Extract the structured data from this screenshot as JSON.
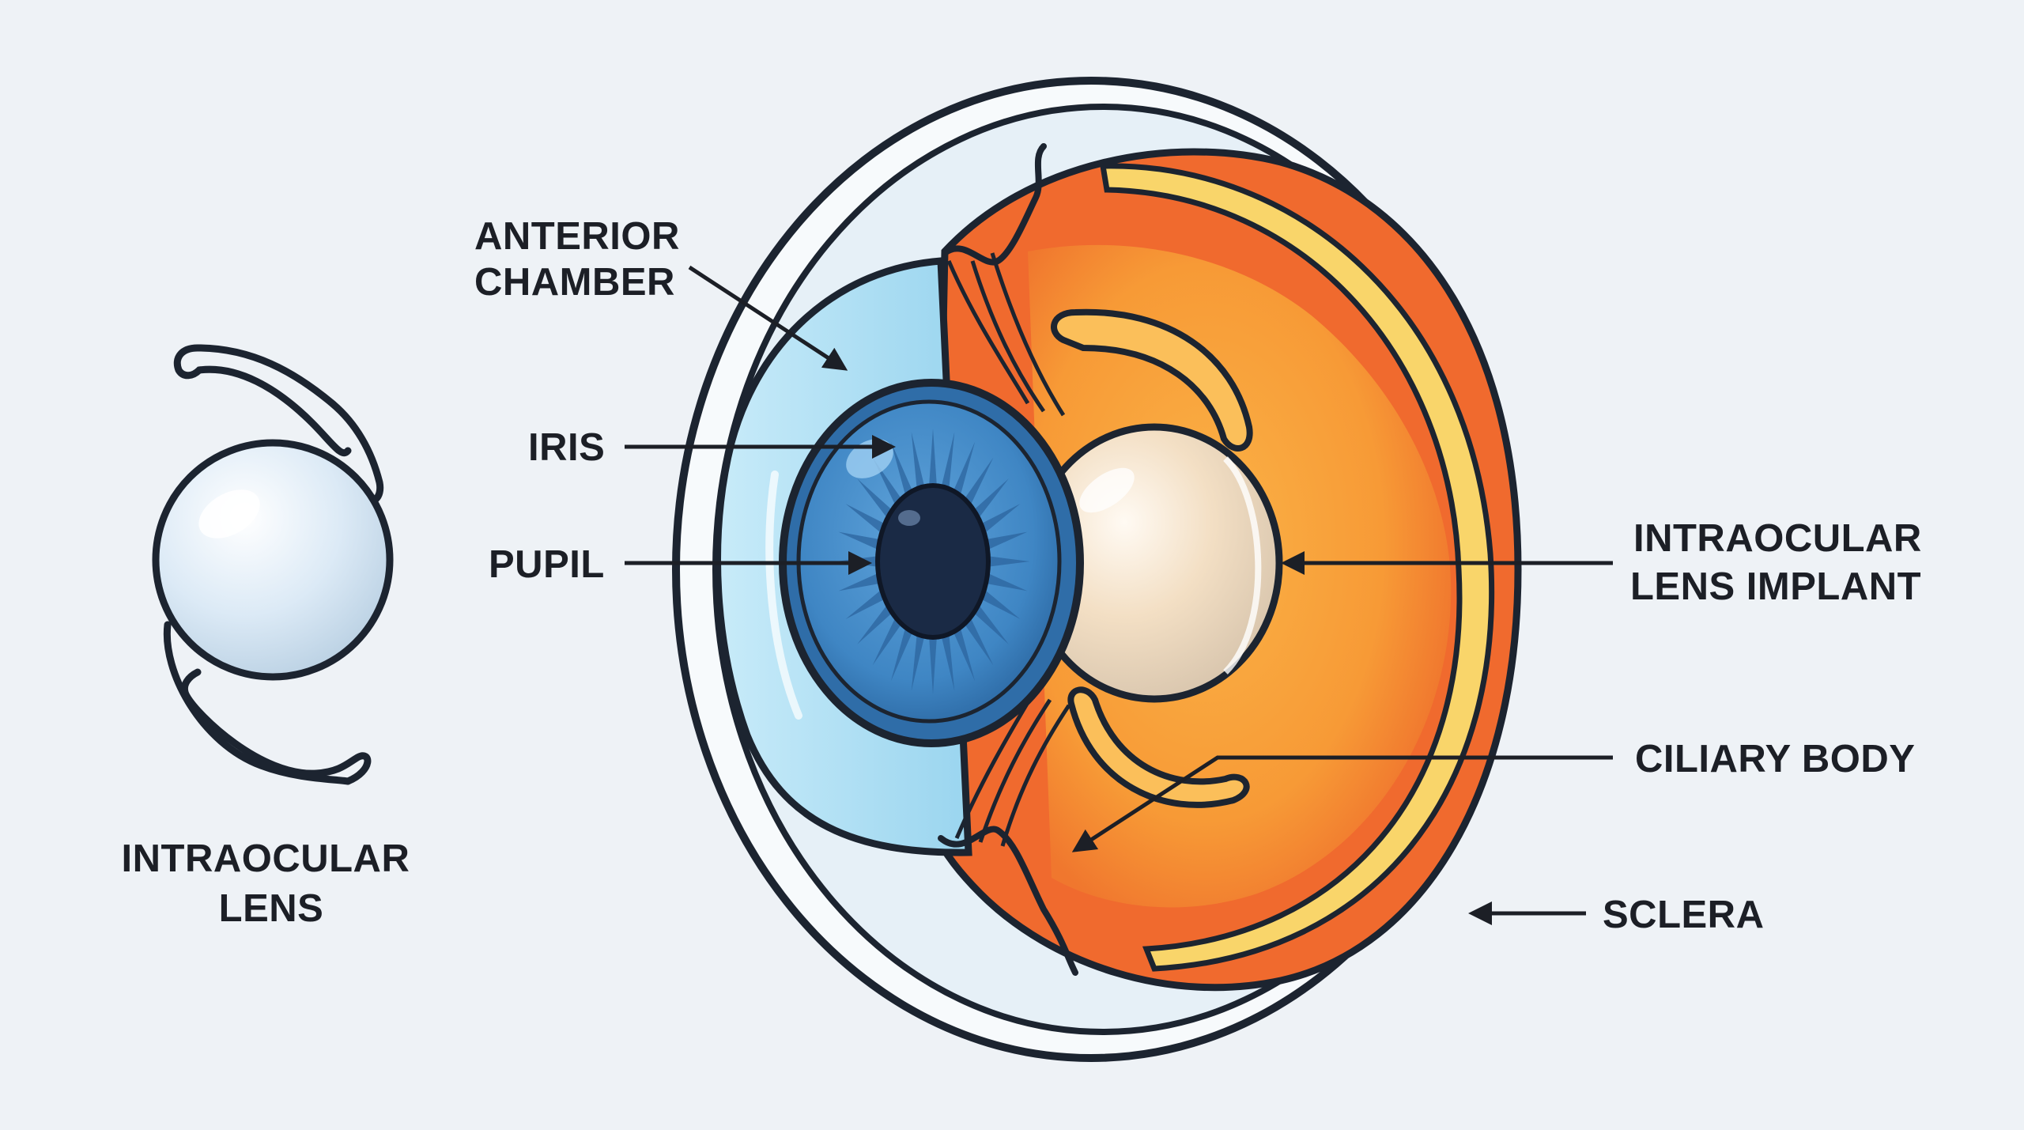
{
  "labels": {
    "anterior_chamber": [
      "ANTERIOR",
      "CHAMBER"
    ],
    "iris": "IRIS",
    "pupil": "PUPIL",
    "intraocular_lens": [
      "INTRAOCULAR",
      "LENS"
    ],
    "intraocular_lens_implant": [
      "INTRAOCULAR",
      "LENS IMPLANT"
    ],
    "ciliary_body": "CILIARY BODY",
    "sclera": "SCLERA"
  },
  "colors": {
    "background": "#eef2f6",
    "outline": "#1c2430",
    "sclera": "#f7fafc",
    "cornea": "#a9dcf2",
    "iris": "#3f86c4",
    "pupil": "#1a2a45",
    "choroid": "#f06a2e",
    "vitreous": "#f8a23c",
    "retina_band": "#f9d56a",
    "lens": "#f4e6d2"
  }
}
